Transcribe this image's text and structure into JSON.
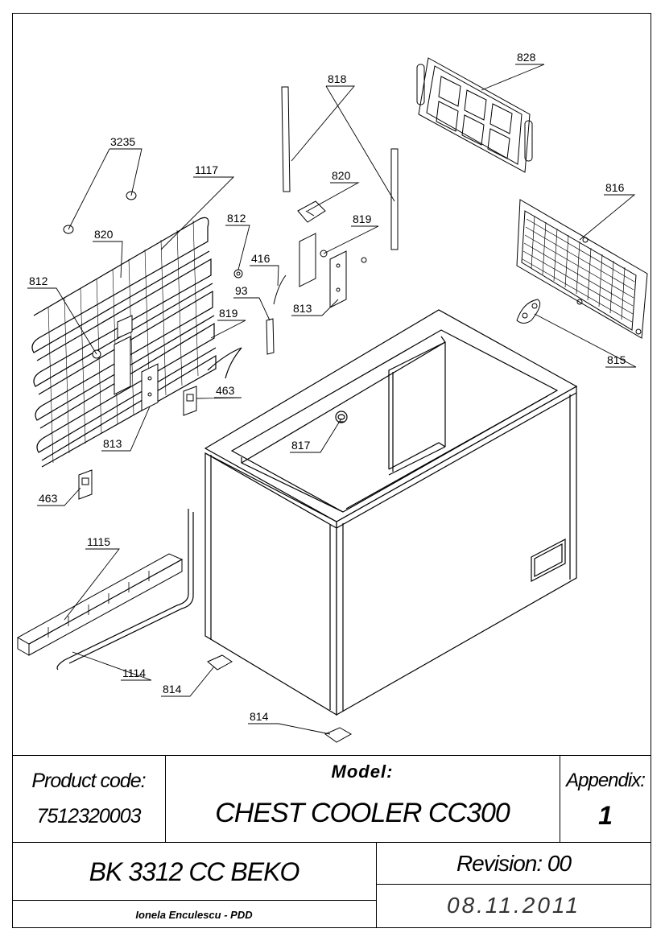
{
  "part_labels": [
    {
      "id": "828",
      "text": "828"
    },
    {
      "id": "818",
      "text": "818"
    },
    {
      "id": "3235",
      "text": "3235"
    },
    {
      "id": "1117",
      "text": "1117"
    },
    {
      "id": "820a",
      "text": "820"
    },
    {
      "id": "820b",
      "text": "820"
    },
    {
      "id": "819a",
      "text": "819"
    },
    {
      "id": "819b",
      "text": "819"
    },
    {
      "id": "812a",
      "text": "812"
    },
    {
      "id": "812b",
      "text": "812"
    },
    {
      "id": "416",
      "text": "416"
    },
    {
      "id": "93",
      "text": "93"
    },
    {
      "id": "813a",
      "text": "813"
    },
    {
      "id": "813b",
      "text": "813"
    },
    {
      "id": "816",
      "text": "816"
    },
    {
      "id": "815",
      "text": "815"
    },
    {
      "id": "463a",
      "text": "463"
    },
    {
      "id": "463b",
      "text": "463"
    },
    {
      "id": "817",
      "text": "817"
    },
    {
      "id": "1115",
      "text": "1115"
    },
    {
      "id": "1114",
      "text": "1114"
    },
    {
      "id": "814a",
      "text": "814"
    },
    {
      "id": "814b",
      "text": "814"
    }
  ],
  "title_block": {
    "product_code_label": "Product code:",
    "product_code": "7512320003",
    "model_label": "Model:",
    "model_name": "CHEST COOLER CC300",
    "appendix_label": "Appendix:",
    "appendix_number": "1",
    "brand_model": "BK 3312 CC BEKO",
    "revision": "Revision: 00",
    "date": "08.11.2011",
    "author": "Ionela Enculescu - PDD"
  }
}
